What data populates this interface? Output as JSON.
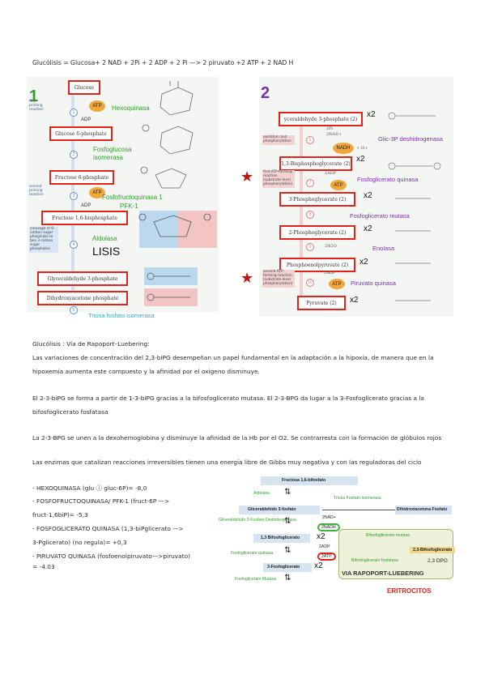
{
  "top_line": "Glucólisis = Glucosa+ 2 NAD + 2Pi + 2 ADP + 2 Pi —> 2 piruvato +2 ATP + 2 NAD H",
  "panel1": {
    "number": "1",
    "boxes": [
      "Glucose",
      "Glucose 6-phosphate",
      "Fructose 6-phosphate",
      "Fructose 1,6-bisphosphate",
      "Glyceraldehyde 3-phosphate",
      "Dihydroxyacetone phosphate"
    ],
    "labels": [
      "Hexoquinasa",
      "Fosfoglucosa isomerasa",
      "Fosfofructoquinasa 1",
      "PFK-1",
      "Aldolasa",
      "LISIS",
      "Triosa fosfato isomerasa"
    ],
    "side_notes": [
      "first priming reaction",
      "second priming reaction",
      "cleavage of 6-carbon sugar phosphate to two 3-carbon sugar phosphates"
    ],
    "atp": "ATP",
    "adp": "ADP",
    "steps": [
      "1",
      "2",
      "3",
      "4",
      "5"
    ]
  },
  "panel2": {
    "number": "2",
    "boxes": [
      "yceraldehyde 3-phosphate (2)",
      "1,3-Bisphosphoglycerate (2)",
      "3-Phosphoglycerate (2)",
      "2-Phosphoglycerate (2)",
      "Phosphoenolpyruvate (2)",
      "Pyruvate (2)"
    ],
    "x2": "x2",
    "labels": [
      "Glic-3P deshidrogenasa",
      "Fosfoglicerato quinasa",
      "Fosfoglicerato mutasa",
      "Enolasa",
      "Piruvato quinasa"
    ],
    "side_notes": [
      "oxidation and phosphorylation",
      "first ATP-forming reaction (substrate-level phosphorylation)",
      "second ATP-forming reaction (substrate-level phosphorylation)"
    ],
    "cofactors": [
      "2Pi",
      "2NAD+",
      "NADH",
      "+ H+",
      "2ADP",
      "ATP",
      "2H2O",
      "2ADP",
      "ATP"
    ],
    "steps": [
      "6",
      "7",
      "8",
      "9",
      "10"
    ]
  },
  "section2": {
    "title": "Glucólisis : Vía de Rapoport–Luebering:",
    "p1_l1": "Las variaciones de concentración del 2,3-biPG desempeñan un papel fundamental en la adaptación a la hipoxia, de manera que en la",
    "p1_l2": "hipoxemia aumenta este compuesto y la afinidad por el oxigeno disminuye.",
    "p2_l1": "El 2-3-biPG se forma a partir de 1-3-biPG gracias a la bifosfoglicerato mutasa. El 2-3-BPG da lugar a la 3-Fosfoglicerato gracias a la",
    "p2_l2": "bifosfoglicerato fosfatasa",
    "p3": "La 2-3-BPG se unen a la dexohemoglobina y disminuye la afinidad de la Hb por el O2. Se contrarresta con la formación de glóbulos rojos",
    "p4": "Las enzimas que catalizan reacciones irreversibles tienen una energía libre de Gibbs muy negativa y con las reguladoras del ciclo"
  },
  "enzyme_list": [
    "- HEXOQUINASA (glu ⓘ gluc-6P)= -8,0",
    "- FOSFOFRUCTOQUINASA/ PFK-1 (fruct-6P —>",
    "fruct-1,6biP)= -5,3",
    "- FOSFOGLICERATO QUINASA (1,3-biPglicerato —>",
    "3-Pglicerato) (no regula)= +0,3",
    "- PIRUVATO QUINASA (fosfoenolpiruvato—>piruvato)",
    "= -4.03"
  ],
  "rapoport": {
    "nodes": [
      "Fructosa 1,6-bifosfato",
      "Gliceraldehido 3-fosfato",
      "Dihidroxiacetona Fosfato",
      "1,3 Bifosfoglicerato",
      "3-Fosfoglicerato",
      "2,3-Bifosfoglicerato",
      "2,3 DPG",
      "VIA RAPOPORT-LUEBERING",
      "ERITROCITOS"
    ],
    "enzymes": [
      "Aldolasa",
      "Triosa Fosfato Isomerasa",
      "Gliceraldehido 3-Fosfato Deshidrogenasa",
      "Fosfoglicerato quinasa",
      "Fosfoglicerato Mutasa",
      "Bifosfoglicerato mutasa",
      "Bifosfoglicerato fosfatasa"
    ],
    "cofactors": [
      "2NAD+",
      "2NADH",
      "2ADP",
      "2ATP"
    ],
    "x2": "x2"
  }
}
